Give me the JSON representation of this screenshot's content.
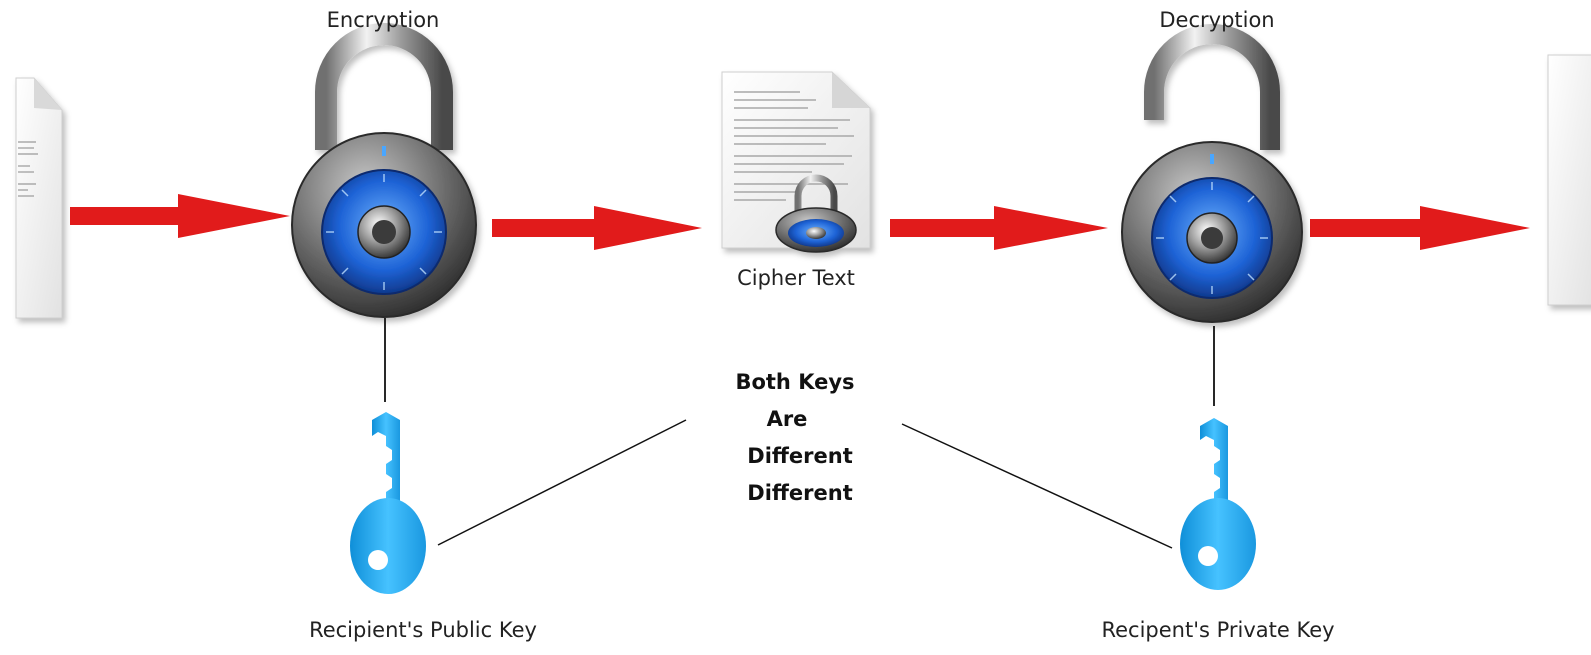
{
  "labels": {
    "encryption": "Encryption",
    "decryption": "Decryption",
    "cipher_text": "Cipher Text",
    "public_key": "Recipient's Public Key",
    "private_key": "Recipent's Private Key"
  },
  "note": {
    "line1": "Both Keys",
    "line2": "Are",
    "line3": "Different",
    "line4": "Different"
  },
  "colors": {
    "arrow": "#e11b1b",
    "dial": "#1e63d6",
    "key": "#29a9ee",
    "connector": "#111111"
  }
}
